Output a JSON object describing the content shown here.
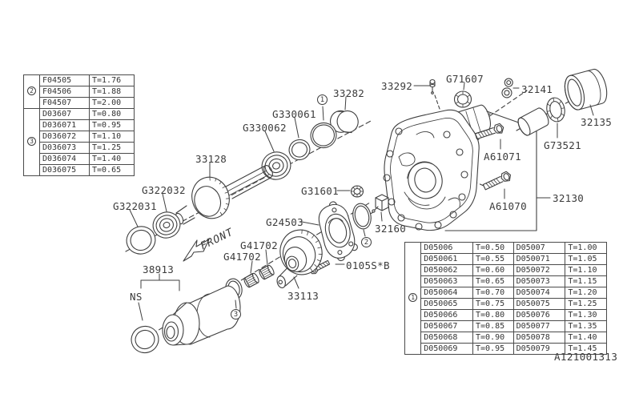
{
  "doc": {
    "number": "A121001313"
  },
  "labels": {
    "l33292": "33292",
    "lG71607": "G71607",
    "l32141": "32141",
    "l32135": "32135",
    "lG73521": "G73521",
    "l33282": "33282",
    "lG330061": "G330061",
    "lG330062": "G330062",
    "l33128": "33128",
    "lG322032": "G322032",
    "lG322031": "G322031",
    "l38913": "38913",
    "lNS": "NS",
    "lG41702a": "G41702",
    "lG41702b": "G41702",
    "lG24503": "G24503",
    "l33113": "33113",
    "l0105SB": "0105S*B",
    "lG31601": "G31601",
    "l32160": "32160",
    "lA61071": "A61071",
    "lA61070": "A61070",
    "l32130": "32130",
    "lFRONT": "FRONT"
  },
  "markers": {
    "m1": "1",
    "m2": "2",
    "m3": "3"
  },
  "small_table": {
    "groups": [
      {
        "marker": "2",
        "rows": [
          {
            "part": "F04505",
            "t": "T=1.76"
          },
          {
            "part": "F04506",
            "t": "T=1.88"
          },
          {
            "part": "F04507",
            "t": "T=2.00"
          }
        ]
      },
      {
        "marker": "3",
        "rows": [
          {
            "part": "D03607",
            "t": "T=0.80"
          },
          {
            "part": "D036071",
            "t": "T=0.95"
          },
          {
            "part": "D036072",
            "t": "T=1.10"
          },
          {
            "part": "D036073",
            "t": "T=1.25"
          },
          {
            "part": "D036074",
            "t": "T=1.40"
          },
          {
            "part": "D036075",
            "t": "T=0.65"
          }
        ]
      }
    ]
  },
  "large_table": {
    "marker": "1",
    "rows": [
      {
        "part_a": "D05006",
        "t_a": "T=0.50",
        "part_b": "D05007",
        "t_b": "T=1.00"
      },
      {
        "part_a": "D050061",
        "t_a": "T=0.55",
        "part_b": "D050071",
        "t_b": "T=1.05"
      },
      {
        "part_a": "D050062",
        "t_a": "T=0.60",
        "part_b": "D050072",
        "t_b": "T=1.10"
      },
      {
        "part_a": "D050063",
        "t_a": "T=0.65",
        "part_b": "D050073",
        "t_b": "T=1.15"
      },
      {
        "part_a": "D050064",
        "t_a": "T=0.70",
        "part_b": "D050074",
        "t_b": "T=1.20"
      },
      {
        "part_a": "D050065",
        "t_a": "T=0.75",
        "part_b": "D050075",
        "t_b": "T=1.25"
      },
      {
        "part_a": "D050066",
        "t_a": "T=0.80",
        "part_b": "D050076",
        "t_b": "T=1.30"
      },
      {
        "part_a": "D050067",
        "t_a": "T=0.85",
        "part_b": "D050077",
        "t_b": "T=1.35"
      },
      {
        "part_a": "D050068",
        "t_a": "T=0.90",
        "part_b": "D050078",
        "t_b": "T=1.40"
      },
      {
        "part_a": "D050069",
        "t_a": "T=0.95",
        "part_b": "D050079",
        "t_b": "T=1.45"
      }
    ]
  }
}
